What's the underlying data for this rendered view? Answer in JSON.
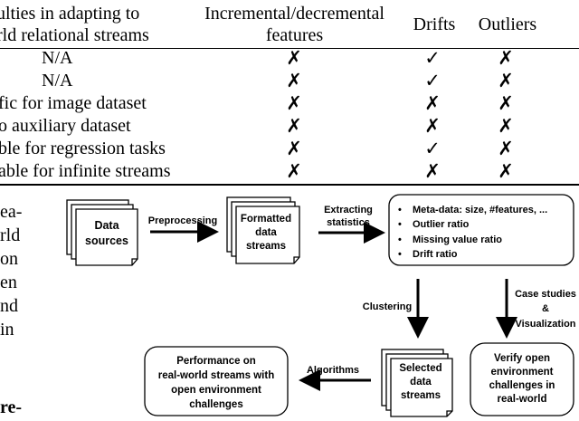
{
  "table": {
    "headers": {
      "difficulties_line1": "ulties in adapting to",
      "difficulties_line2": "rld relational streams",
      "incremental_line1": "Incremental/decremental",
      "incremental_line2": "features",
      "drifts": "Drifts",
      "outliers": "Outliers"
    },
    "rows": [
      {
        "text": "N/A",
        "incremental": "✗",
        "drifts": "✓",
        "outliers": "✗"
      },
      {
        "text": "N/A",
        "incremental": "✗",
        "drifts": "✓",
        "outliers": "✗"
      },
      {
        "text": "fic for image dataset",
        "incremental": "✗",
        "drifts": "✗",
        "outliers": "✗"
      },
      {
        "text": "o auxiliary dataset",
        "incremental": "✗",
        "drifts": "✗",
        "outliers": "✗"
      },
      {
        "text": "ble for regression tasks",
        "incremental": "✗",
        "drifts": "✓",
        "outliers": "✗"
      },
      {
        "text": "able for infinite streams",
        "incremental": "✗",
        "drifts": "✗",
        "outliers": "✗"
      }
    ]
  },
  "left_column_text": [
    "ea-",
    "rld",
    "on",
    "en",
    "nd",
    "in",
    "re-"
  ],
  "diagram": {
    "data_sources": [
      "Data",
      "sources"
    ],
    "preprocessing": "Preprocessing",
    "formatted": [
      "Formatted",
      "data",
      "streams"
    ],
    "extracting": [
      "Extracting",
      "statistics"
    ],
    "meta_items": [
      "Meta-data: size, #features, ...",
      "Outlier ratio",
      "Missing value ratio",
      "Drift ratio"
    ],
    "bullet": "•",
    "clustering": "Clustering",
    "case_studies": [
      "Case studies",
      "&",
      "Visualization"
    ],
    "selected": [
      "Selected",
      "data",
      "streams"
    ],
    "verify": [
      "Verify open",
      "environment",
      "challenges in",
      "real-world"
    ],
    "algorithms": "Algorithms",
    "performance": [
      "Performance on",
      "real-world streams with",
      "open environment",
      "challenges"
    ]
  }
}
